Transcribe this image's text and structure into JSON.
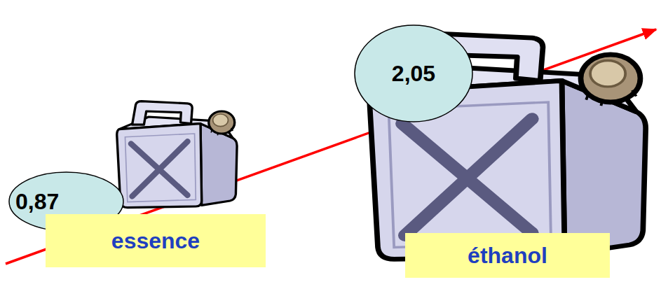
{
  "diagram": {
    "nodes": [
      {
        "text": [
          "0,87"
        ]
      },
      {
        "text": [
          "essence"
        ]
      },
      {
        "text": [
          "2,05"
        ]
      },
      {
        "text": [
          "éthanol"
        ]
      }
    ]
  }
}
